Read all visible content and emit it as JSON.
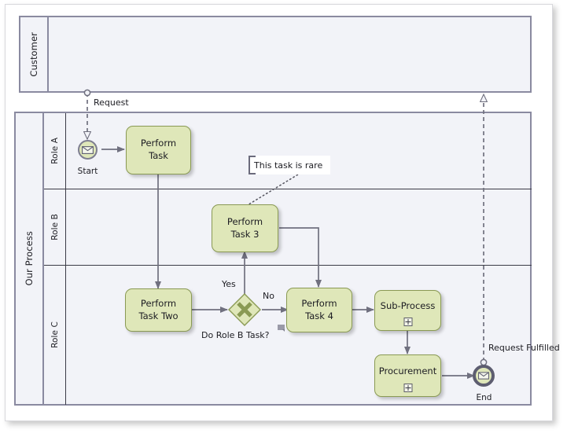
{
  "diagram": {
    "type": "bpmn-collaboration",
    "colors": {
      "task_fill": "#dfe7b9",
      "task_border": "#8a9a54",
      "pool_fill": "#f2f3f8",
      "pool_border": "#8a8aa0",
      "lane_border": "#3b3b46",
      "connector": "#70707f",
      "canvas": "#ffffff"
    },
    "pools": [
      {
        "id": "customer",
        "label": "Customer",
        "lanes": []
      },
      {
        "id": "our-process",
        "label": "Our Process",
        "lanes": [
          {
            "id": "role-a",
            "label": "Role A"
          },
          {
            "id": "role-b",
            "label": "Role B"
          },
          {
            "id": "role-c",
            "label": "Role C"
          }
        ]
      }
    ],
    "events": [
      {
        "id": "start",
        "label": "Start",
        "kind": "message-start-event",
        "icon": "envelope-icon"
      },
      {
        "id": "end",
        "label": "End",
        "kind": "message-end-event",
        "icon": "envelope-icon"
      }
    ],
    "tasks": [
      {
        "id": "perform-task",
        "line1": "Perform",
        "line2": "Task",
        "lane": "role-a",
        "marker": ""
      },
      {
        "id": "perform-task-3",
        "line1": "Perform",
        "line2": "Task 3",
        "lane": "role-b",
        "marker": ""
      },
      {
        "id": "perform-task-two",
        "line1": "Perform",
        "line2": "Task Two",
        "lane": "role-c",
        "marker": ""
      },
      {
        "id": "perform-task-4",
        "line1": "Perform",
        "line2": "Task 4",
        "lane": "role-c",
        "marker": ""
      },
      {
        "id": "sub-process",
        "line1": "Sub-Process",
        "line2": "",
        "lane": "role-c",
        "marker": "collapsed-subprocess-plus"
      },
      {
        "id": "procurement",
        "line1": "Procurement",
        "line2": "",
        "lane": "role-c",
        "marker": "collapsed-subprocess-plus"
      }
    ],
    "gateways": [
      {
        "id": "do-role-b-task",
        "label": "Do Role B Task?",
        "kind": "exclusive-gateway",
        "marker": "X"
      }
    ],
    "flow_labels": [
      {
        "id": "yes",
        "text": "Yes"
      },
      {
        "id": "no",
        "text": "No"
      }
    ],
    "message_flows": [
      {
        "id": "request",
        "label": "Request",
        "from": "customer",
        "to": "start"
      },
      {
        "id": "request-fulfilled",
        "label": "Request Fulfilled",
        "from": "end",
        "to": "customer"
      }
    ],
    "annotations": [
      {
        "id": "rare-note",
        "text": "This task is rare",
        "attached_to": "perform-task-3"
      }
    ]
  }
}
